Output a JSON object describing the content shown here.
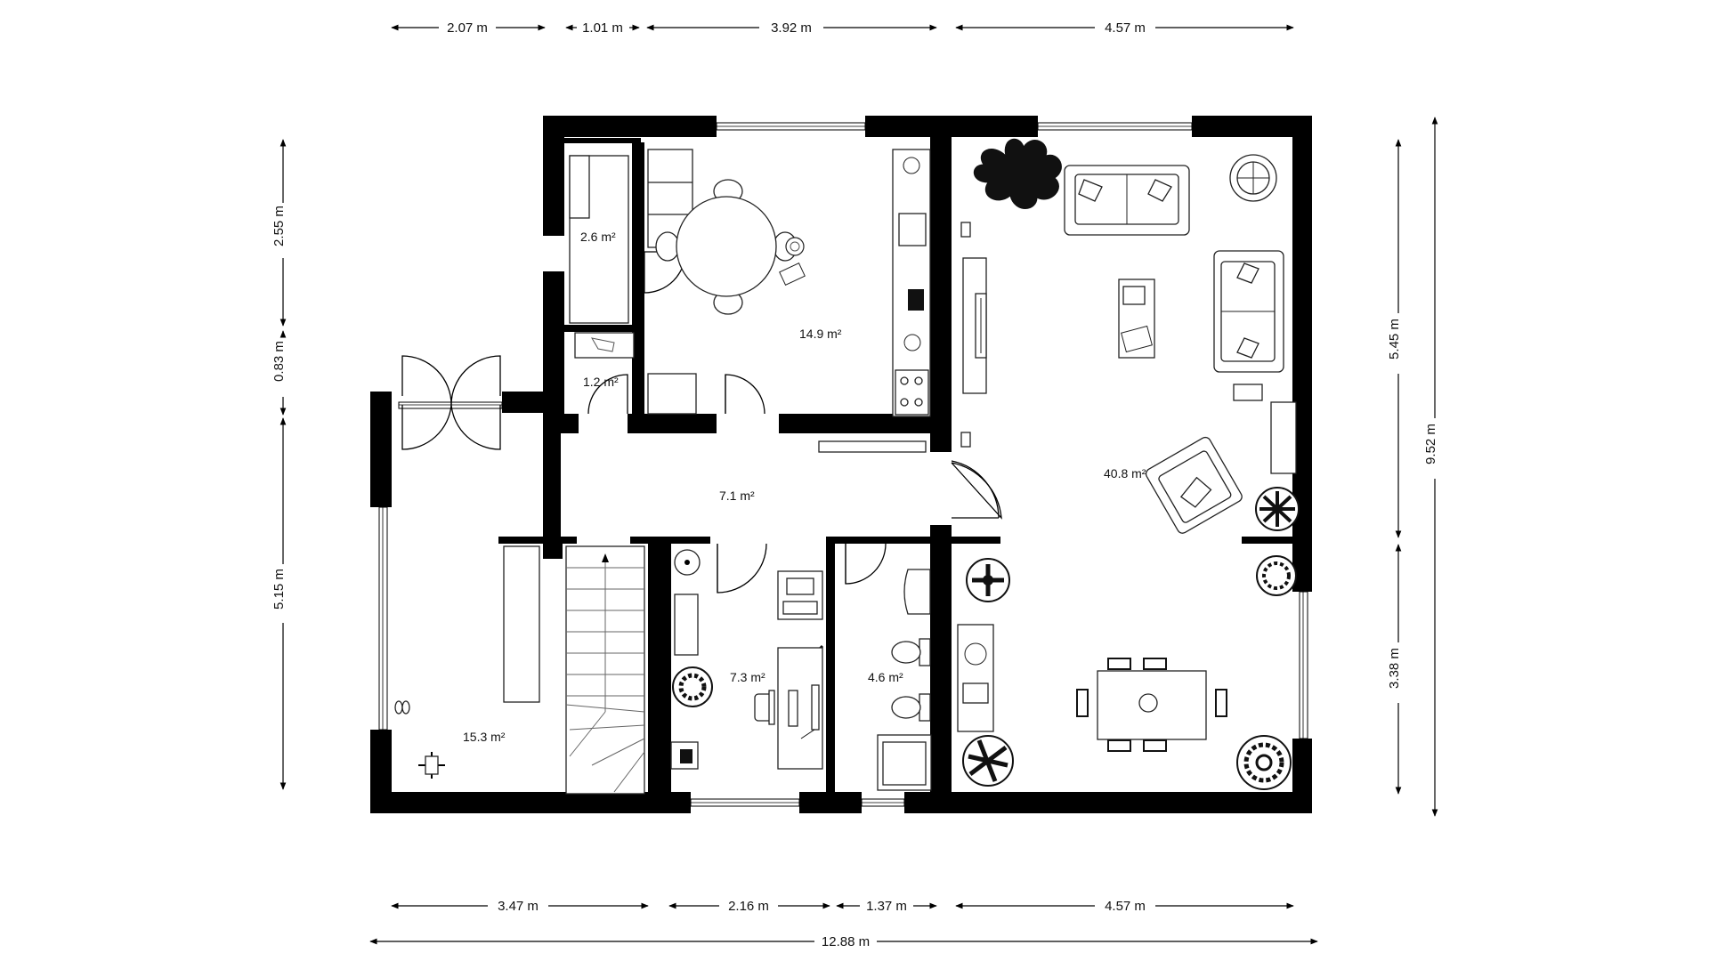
{
  "dimensions": {
    "top": [
      "2.07 m",
      "1.01 m",
      "3.92 m",
      "4.57 m"
    ],
    "bottom": [
      "3.47 m",
      "2.16 m",
      "1.37 m",
      "4.57 m"
    ],
    "total_width": "12.88 m",
    "left": [
      "2.55 m",
      "0.83 m",
      "5.15 m"
    ],
    "right_inner": [
      "5.45 m",
      "3.38 m"
    ],
    "total_height": "9.52 m"
  },
  "rooms": {
    "storage": "2.6 m²",
    "wc": "1.2 m²",
    "kitchen": "14.9 m²",
    "hallway": "7.1 m²",
    "living": "40.8 m²",
    "entrance": "15.3 m²",
    "office": "7.3 m²",
    "bathroom": "4.6 m²"
  }
}
